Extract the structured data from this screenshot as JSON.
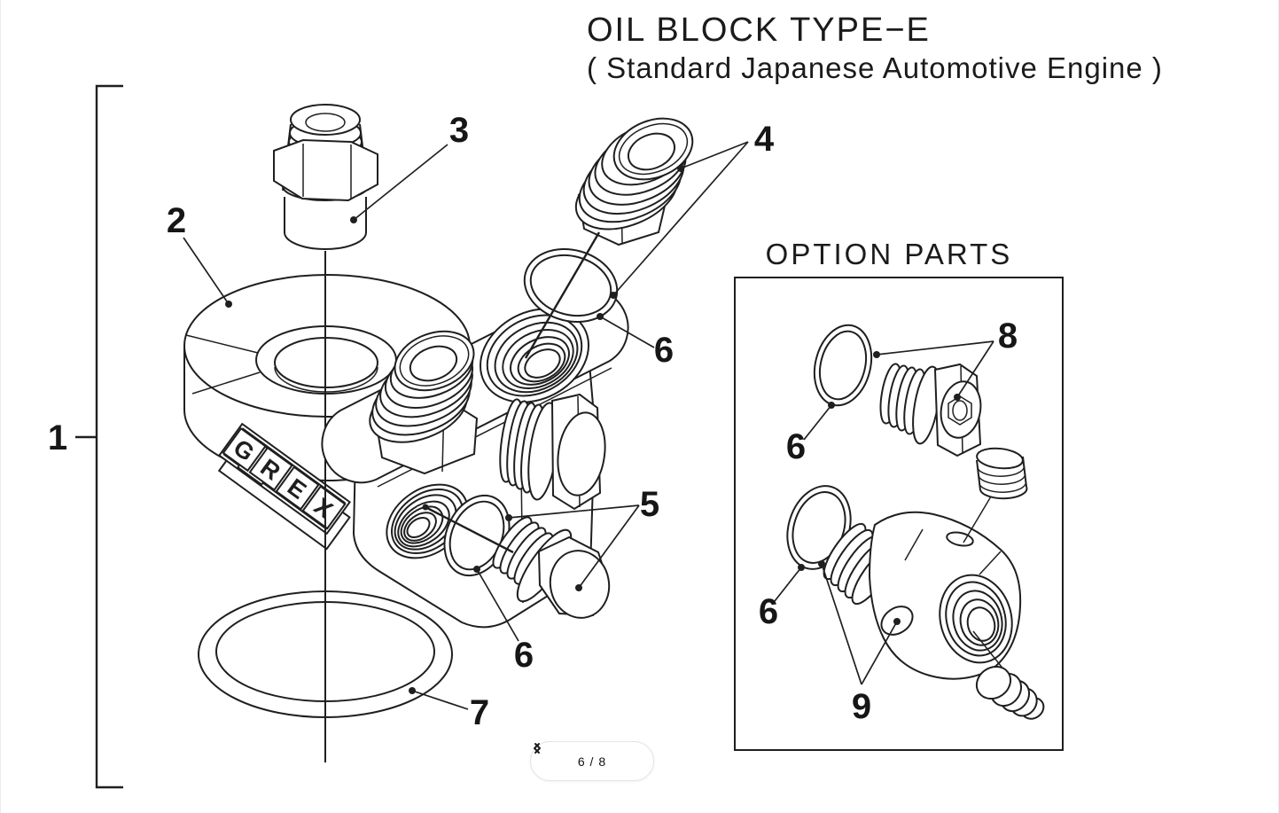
{
  "title": {
    "line1": "OIL BLOCK TYPE−E",
    "line2": "( Standard Japanese Automotive Engine )"
  },
  "option_box": {
    "title": "OPTION PARTS"
  },
  "brand": {
    "letters": [
      "G",
      "R",
      "E",
      "X"
    ]
  },
  "labels": {
    "l1": {
      "text": "1"
    },
    "l2": {
      "text": "2"
    },
    "l3": {
      "text": "3"
    },
    "l4": {
      "text": "4"
    },
    "l5": {
      "text": "5"
    },
    "l6a": {
      "text": "6"
    },
    "l6b": {
      "text": "6"
    },
    "l7": {
      "text": "7"
    },
    "l8": {
      "text": "8"
    },
    "l6c": {
      "text": "6"
    },
    "l6d": {
      "text": "6"
    },
    "l9": {
      "text": "9"
    }
  },
  "pagination": {
    "display": "6 / 8",
    "prev_icon": "chevron-left-icon",
    "next_icon": "chevron-right-icon"
  },
  "colors": {
    "line": "#1f1f1f",
    "background": "#ffffff",
    "pill_border": "#e4e4e4",
    "text": "#111111"
  }
}
